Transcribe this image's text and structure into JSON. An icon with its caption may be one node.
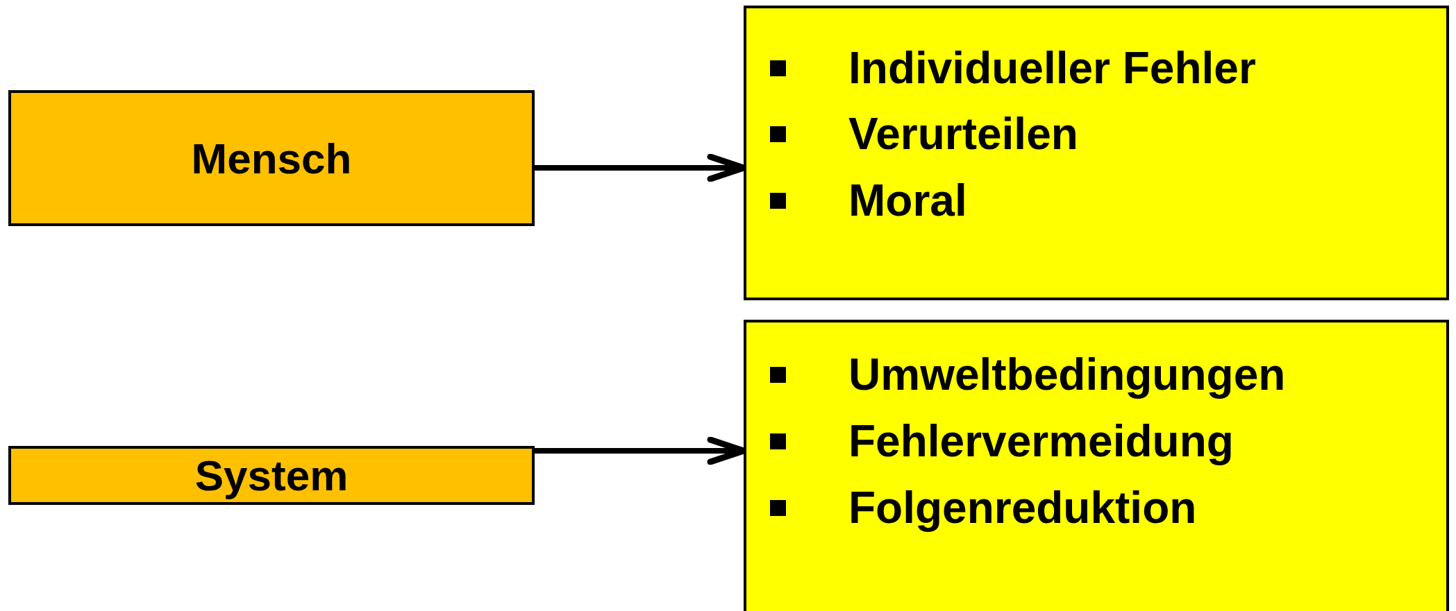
{
  "diagram": {
    "nodes": [
      {
        "text": [
          "Mensch"
        ]
      },
      {
        "text": [
          "Individueller Fehler",
          "Verurteilen",
          "Moral"
        ]
      },
      {
        "text": [
          "System"
        ]
      },
      {
        "text": [
          "Umweltbedingungen",
          "Fehlervermeidung",
          "Folgenreduktion"
        ]
      }
    ],
    "edges": [
      {
        "from": 0,
        "to": 1,
        "arrow": "to"
      },
      {
        "from": 2,
        "to": 3,
        "arrow": "to"
      }
    ]
  }
}
